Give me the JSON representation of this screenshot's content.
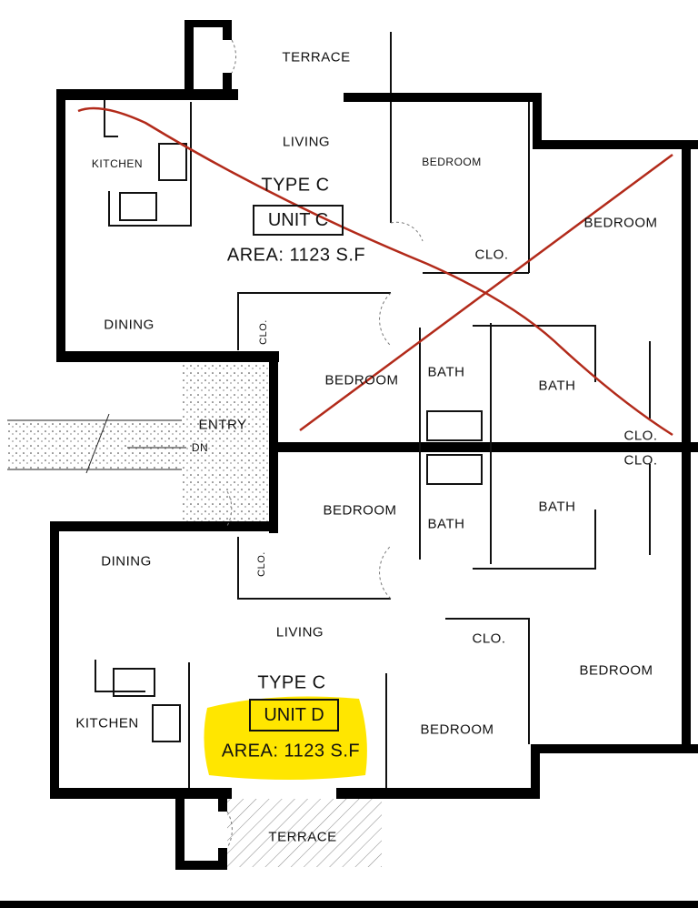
{
  "upper_unit": {
    "terrace": "TERRACE",
    "living": "LIVING",
    "kitchen": "KITCHEN",
    "bedroom_1": "BEDROOM",
    "type": "TYPE C",
    "unit": "UNIT C",
    "area": "AREA: 1123 S.F",
    "closet_1": "CLO.",
    "bedroom_2": "BEDROOM",
    "dining": "DINING",
    "closet_2": "CLO.",
    "bedroom_3": "BEDROOM",
    "bath_1": "BATH",
    "bath_2": "BATH",
    "closet_3": "CLO."
  },
  "entry": {
    "label": "ENTRY",
    "stairs": "DN"
  },
  "lower_unit": {
    "closet_3": "CLO.",
    "bedroom_3": "BEDROOM",
    "bath_1": "BATH",
    "bath_2": "BATH",
    "dining": "DINING",
    "closet_2": "CLO.",
    "living": "LIVING",
    "closet_1": "CLO.",
    "bedroom_2": "BEDROOM",
    "type": "TYPE C",
    "unit": "UNIT D",
    "kitchen": "KITCHEN",
    "area": "AREA: 1123 S.F",
    "bedroom_1": "BEDROOM",
    "terrace": "TERRACE"
  },
  "annotations": {
    "cross_out_color": "#b22a1a",
    "highlight_color": "#ffe600"
  }
}
